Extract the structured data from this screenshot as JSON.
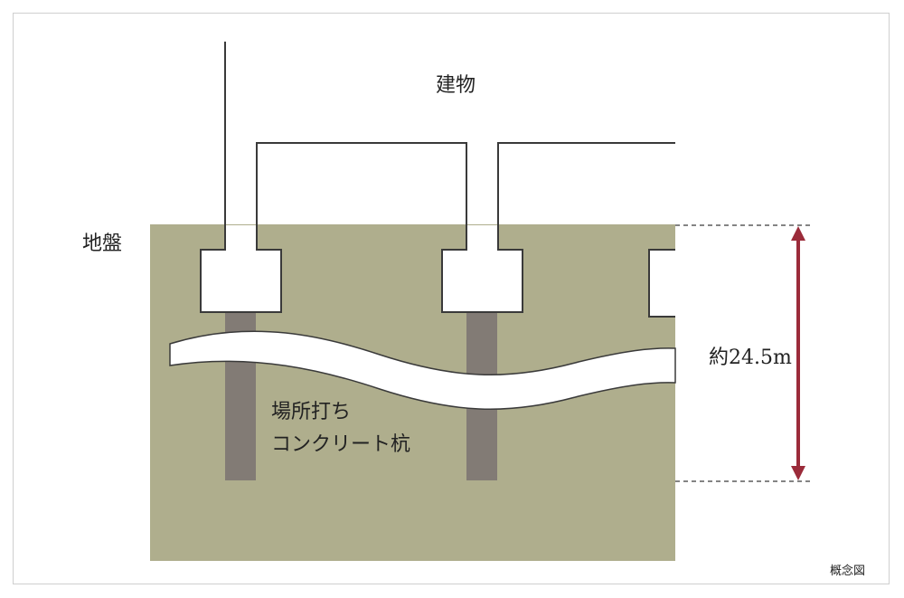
{
  "labels": {
    "building": "建物",
    "ground": "地盤",
    "pile_line1": "場所打ち",
    "pile_line2": "コンクリート杭",
    "depth": "約24.5m",
    "concept": "概念図"
  },
  "colors": {
    "ground": "#afae8d",
    "pile": "#827b75",
    "arrow": "#9b2b3a",
    "outline": "#3a3a3a"
  }
}
